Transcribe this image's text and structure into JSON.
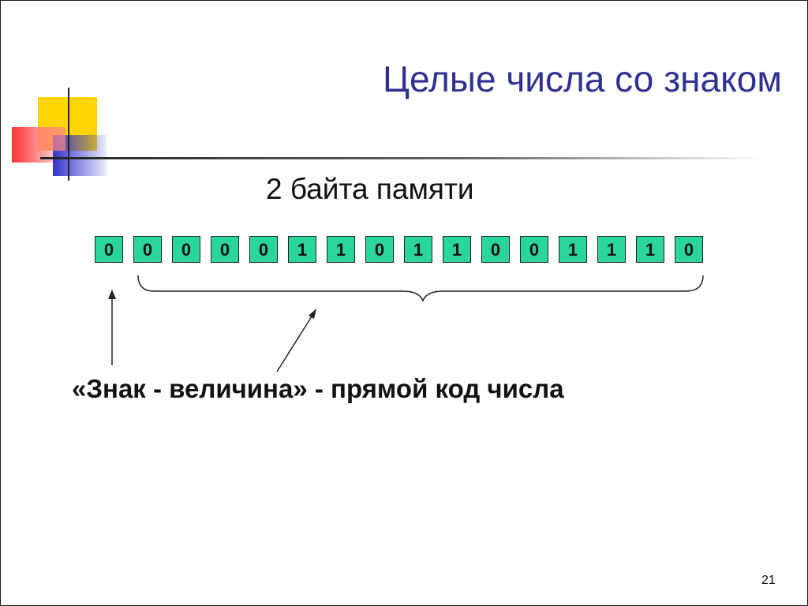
{
  "slide": {
    "title": "Целые числа со знаком",
    "subtitle": "2 байта памяти",
    "bits": [
      "0",
      "0",
      "0",
      "0",
      "0",
      "1",
      "1",
      "0",
      "1",
      "1",
      "0",
      "0",
      "1",
      "1",
      "1",
      "0"
    ],
    "caption": "«Знак - величина» - прямой код числа",
    "page_number": "21"
  },
  "colors": {
    "title": "#2e3192",
    "bit_fill": "#2ad69a",
    "deco_yellow": "#ffd500",
    "deco_red": "#ff4040",
    "deco_blue": "#3333cc"
  }
}
